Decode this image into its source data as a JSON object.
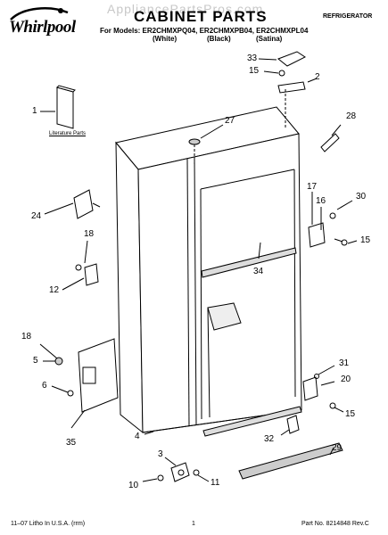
{
  "watermark": "AppliancePartsPros.com",
  "brand": "Whirlpool",
  "title": "CABINET PARTS",
  "product": "REFRIGERATOR",
  "models_line": "For Models: ER2CHMXPQ04, ER2CHMXPB04, ER2CHMXPL04",
  "colors": [
    "(White)",
    "(Black)",
    "(Satina)"
  ],
  "literature_label": "Literature Parts",
  "callouts": [
    "33",
    "15",
    "2",
    "1",
    "27",
    "28",
    "17",
    "30",
    "16",
    "24",
    "18",
    "34",
    "15",
    "12",
    "18",
    "5",
    "6",
    "35",
    "31",
    "20",
    "15",
    "4",
    "32",
    "29",
    "10",
    "3",
    "11"
  ],
  "footer": {
    "left": "11–07 Litho In U.S.A. (rrm)",
    "center": "1",
    "right": "Part No. 8214848 Rev.C"
  }
}
